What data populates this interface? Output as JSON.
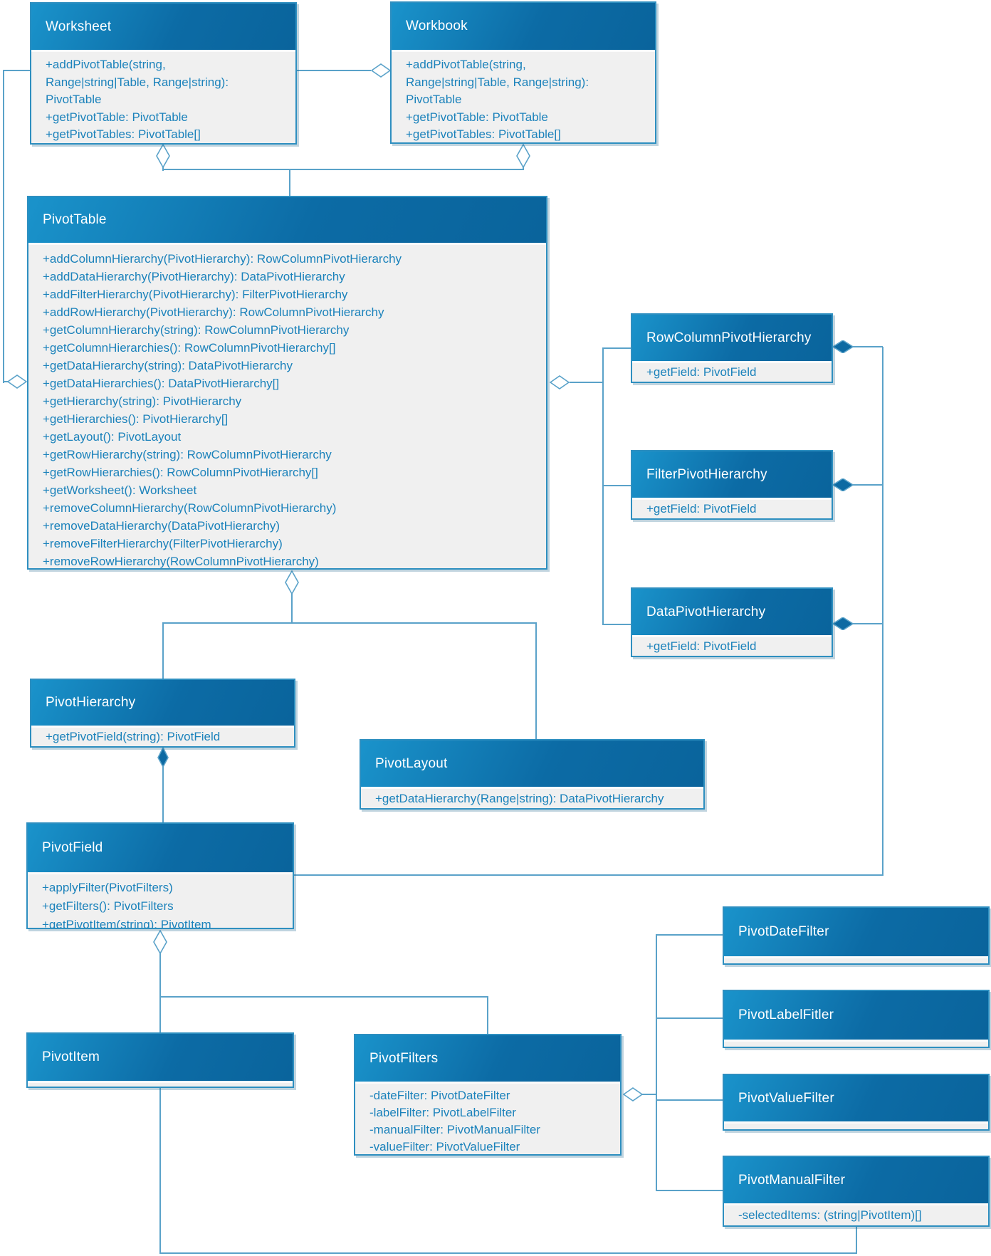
{
  "diagram": {
    "classes": [
      {
        "id": "worksheet",
        "title": "Worksheet",
        "members": [
          "+addPivotTable(string,",
          "Range|string|Table, Range|string):",
          "PivotTable",
          "+getPivotTable: PivotTable",
          "+getPivotTables: PivotTable[]"
        ]
      },
      {
        "id": "workbook",
        "title": "Workbook",
        "members": [
          "+addPivotTable(string,",
          "Range|string|Table, Range|string):",
          "PivotTable",
          "+getPivotTable: PivotTable",
          "+getPivotTables: PivotTable[]"
        ]
      },
      {
        "id": "pivottable",
        "title": "PivotTable",
        "members": [
          "+addColumnHierarchy(PivotHierarchy): RowColumnPivotHierarchy",
          "+addDataHierarchy(PivotHierarchy): DataPivotHierarchy",
          "+addFilterHierarchy(PivotHierarchy): FilterPivotHierarchy",
          "+addRowHierarchy(PivotHierarchy): RowColumnPivotHierarchy",
          "+getColumnHierarchy(string): RowColumnPivotHierarchy",
          "+getColumnHierarchies(): RowColumnPivotHierarchy[]",
          "+getDataHierarchy(string): DataPivotHierarchy",
          "+getDataHierarchies(): DataPivotHierarchy[]",
          "+getHierarchy(string): PivotHierarchy",
          "+getHierarchies(): PivotHierarchy[]",
          "+getLayout(): PivotLayout",
          "+getRowHierarchy(string): RowColumnPivotHierarchy",
          "+getRowHierarchies(): RowColumnPivotHierarchy[]",
          "+getWorksheet(): Worksheet",
          "+removeColumnHierarchy(RowColumnPivotHierarchy)",
          "+removeDataHierarchy(DataPivotHierarchy)",
          "+removeFilterHierarchy(FilterPivotHierarchy)",
          "+removeRowHierarchy(RowColumnPivotHierarchy)"
        ]
      },
      {
        "id": "rowcolumnpivothierarchy",
        "title": "RowColumnPivotHierarchy",
        "members": [
          "+getField: PivotField"
        ]
      },
      {
        "id": "filterpivothierarchy",
        "title": "FilterPivotHierarchy",
        "members": [
          "+getField: PivotField"
        ]
      },
      {
        "id": "datapivothierarchy",
        "title": "DataPivotHierarchy",
        "members": [
          "+getField: PivotField"
        ]
      },
      {
        "id": "pivothierarchy",
        "title": "PivotHierarchy",
        "members": [
          "+getPivotField(string): PivotField"
        ]
      },
      {
        "id": "pivotlayout",
        "title": "PivotLayout",
        "members": [
          "+getDataHierarchy(Range|string): DataPivotHierarchy"
        ]
      },
      {
        "id": "pivotfield",
        "title": "PivotField",
        "members": [
          "+applyFilter(PivotFilters)",
          "+getFilters(): PivotFilters",
          "+getPivotItem(string): PivotItem"
        ]
      },
      {
        "id": "pivotitem",
        "title": "PivotItem",
        "members": []
      },
      {
        "id": "pivotfilters",
        "title": "PivotFilters",
        "members": [
          "-dateFilter: PivotDateFilter",
          "-labelFilter: PivotLabelFilter",
          "-manualFilter: PivotManualFilter",
          "-valueFilter: PivotValueFilter"
        ]
      },
      {
        "id": "pivotdatefilter",
        "title": "PivotDateFilter",
        "members": []
      },
      {
        "id": "pivotlabelfitler",
        "title": "PivotLabelFitler",
        "members": []
      },
      {
        "id": "pivotvaluefilter",
        "title": "PivotValueFilter",
        "members": []
      },
      {
        "id": "pivotmanualfilter",
        "title": "PivotManualFilter",
        "members": [
          "-selectedItems: (string|PivotItem)[]"
        ]
      }
    ]
  },
  "colors": {
    "header_gradient_start": "#1a93cb",
    "header_gradient_mid": "#0c6ba5",
    "header_gradient_end": "#0a649c",
    "box_border": "#2e8fc0",
    "body_text": "#1b82bb",
    "connector_line": "#5aa2c9",
    "composition_diamond_fill": "#0d6aa3"
  }
}
